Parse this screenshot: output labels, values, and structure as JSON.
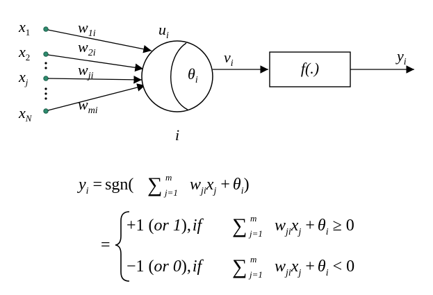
{
  "diagram": {
    "inputs": [
      {
        "base": "x",
        "sub": "1"
      },
      {
        "base": "x",
        "sub": "2"
      },
      {
        "base": "x",
        "sub": "j"
      },
      {
        "base": "x",
        "sub": "N"
      }
    ],
    "weights": [
      {
        "base": "w",
        "sub": "1i"
      },
      {
        "base": "w",
        "sub": "2i"
      },
      {
        "base": "w",
        "sub": "ji"
      },
      {
        "base": "w",
        "sub": "mi"
      }
    ],
    "neuron_sum": {
      "base": "u",
      "sub": "i"
    },
    "threshold": {
      "base": "θ",
      "sub": "i"
    },
    "neuron_index": "i",
    "neuron_output": {
      "base": "v",
      "sub": "i"
    },
    "activation_box": "f(.)",
    "final_output": {
      "base": "y",
      "sub": "i"
    }
  },
  "formula": {
    "line1_lhs": "y",
    "line1_lhs_sub": "i",
    "equals": "=",
    "sgn": "sgn(",
    "sum_symbol": "∑",
    "sum_upper": "m",
    "sum_lower": "j=1",
    "term_w": "w",
    "term_w_sub": "ji",
    "term_x": "x",
    "term_x_sub": "j",
    "plus": "+",
    "theta": "θ",
    "theta_sub": "i",
    "close_paren": ")",
    "case1_value": "+1 (",
    "case1_alt": "or 1",
    "case1_close": "),",
    "case1_if": "if",
    "case1_rel": "≥ 0",
    "case2_value": "−1 (",
    "case2_alt": "or 0",
    "case2_close": "),",
    "case2_if": "if",
    "case2_rel": "< 0"
  },
  "colors": {
    "line": "#000000",
    "input_node_fill": "#2e8b6e",
    "input_node_stroke": "#1a5f4a"
  }
}
